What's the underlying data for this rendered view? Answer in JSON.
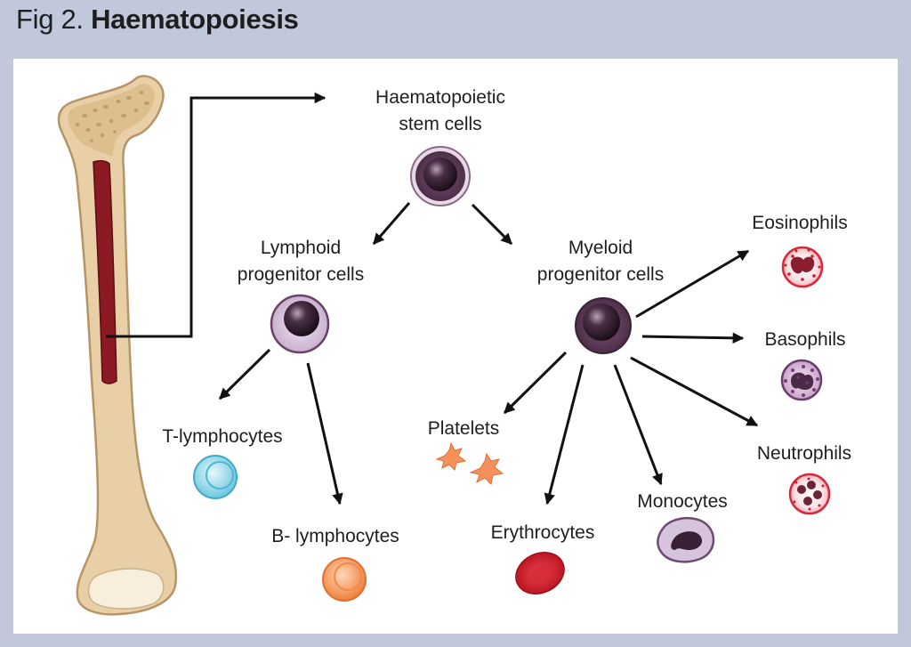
{
  "figure": {
    "number_label": "Fig 2.",
    "title": "Haematopoiesis"
  },
  "labels": {
    "stem": [
      "Haematopoietic",
      "stem cells"
    ],
    "lymphoid": [
      "Lymphoid",
      "progenitor cells"
    ],
    "myeloid": [
      "Myeloid",
      "progenitor cells"
    ],
    "t_lymphocytes": "T-lymphocytes",
    "b_lymphocytes": "B- lymphocytes",
    "platelets": "Platelets",
    "erythrocytes": "Erythrocytes",
    "monocytes": "Monocytes",
    "eosinophils": "Eosinophils",
    "basophils": "Basophils",
    "neutrophils": "Neutrophils"
  },
  "colors": {
    "background": "#c1c8dc",
    "bone": "#e9cfa6",
    "marrow": "#8c1a24",
    "stem_cell": "#5b3a57",
    "lymphoid_cell": "#d8c4dc",
    "t_cell": "#8fd6e8",
    "b_cell": "#f59b5c",
    "platelet": "#f5915a",
    "erythrocyte": "#c81f2c",
    "monocyte": "#b89ac0",
    "eosinophil": "#e23b47",
    "basophil": "#8b5d92",
    "neutrophil": "#e23b47"
  }
}
